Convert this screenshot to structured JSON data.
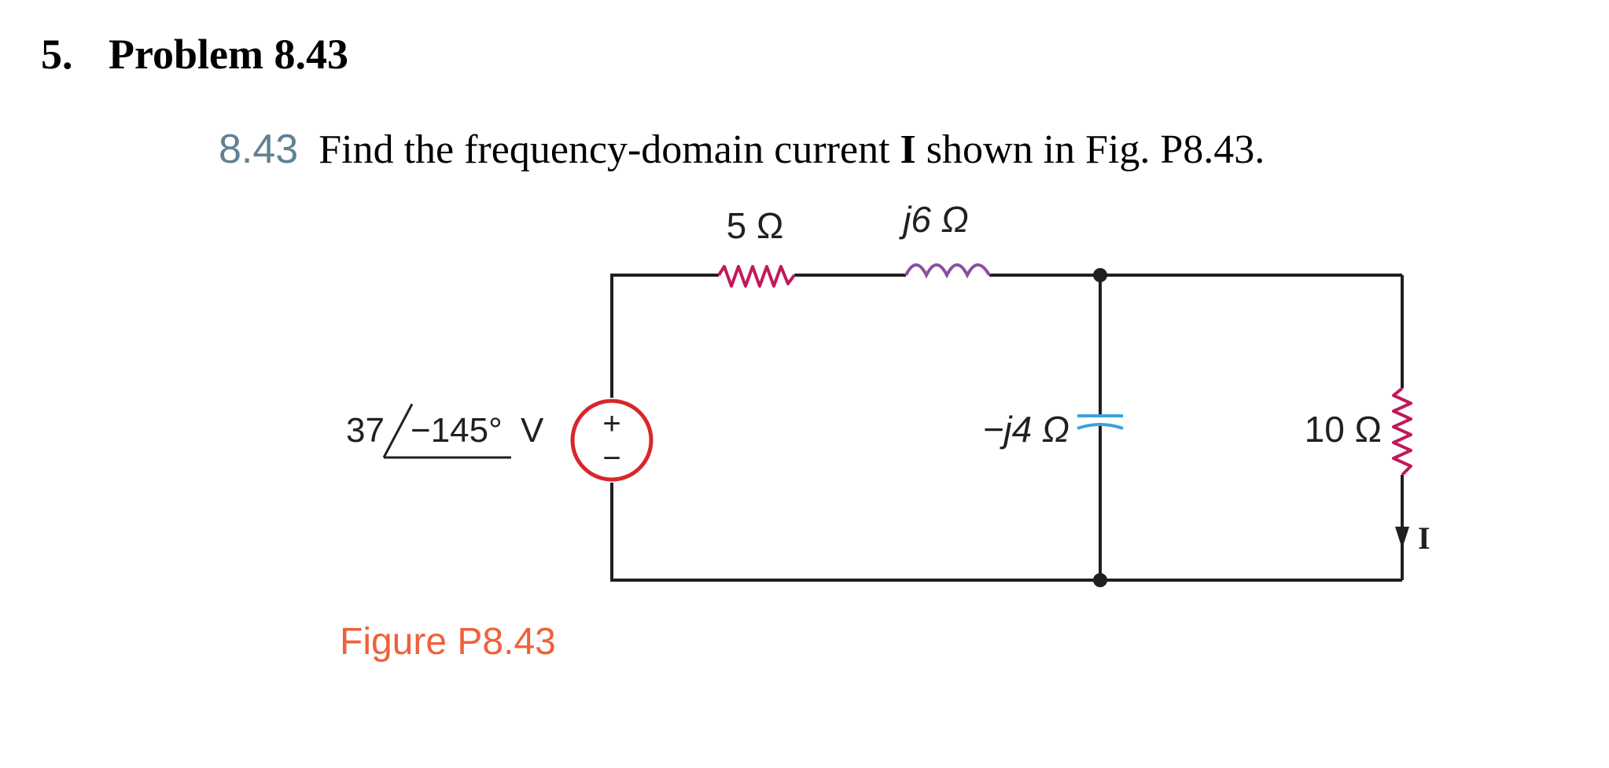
{
  "header": {
    "number": "5.",
    "title": "Problem 8.43"
  },
  "problem": {
    "number": "8.43",
    "text_before": "Find the frequency-domain current ",
    "bold_var": "I",
    "text_after": " shown in Fig. P8.43."
  },
  "circuit": {
    "resistor1_label": "5 Ω",
    "inductor_label": "j6 Ω",
    "source_magnitude": "37",
    "source_angle": "−145°",
    "source_unit": "V",
    "source_plus": "+",
    "source_minus": "−",
    "capacitor_label": "−j4 Ω",
    "resistor2_label": "10 Ω",
    "current_label": "I",
    "caption": "Figure P8.43"
  },
  "colors": {
    "wire": "#231f20",
    "source": "#d9262c",
    "inductor": "#8b4fa0",
    "capacitor": "#3aa3d8",
    "resistor": "#c2185b",
    "problem_number": "#5f8194",
    "caption": "#f0603a"
  }
}
